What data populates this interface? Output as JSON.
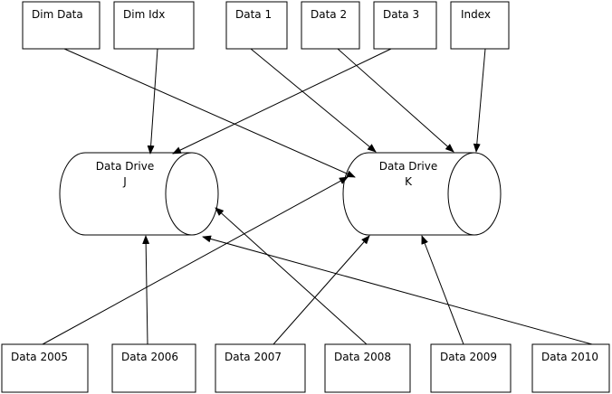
{
  "diagram": {
    "top_boxes": [
      "Dim Data",
      "Dim Idx",
      "Data 1",
      "Data 2",
      "Data 3",
      "Index"
    ],
    "bottom_boxes": [
      "Data 2005",
      "Data 2006",
      "Data 2007",
      "Data 2008",
      "Data 2009",
      "Data 2010"
    ],
    "drives": [
      {
        "name": "Data Drive",
        "letter": "J"
      },
      {
        "name": "Data Drive",
        "letter": "K"
      }
    ],
    "colors": {
      "line": "#000000",
      "fill": "#ffffff"
    }
  }
}
